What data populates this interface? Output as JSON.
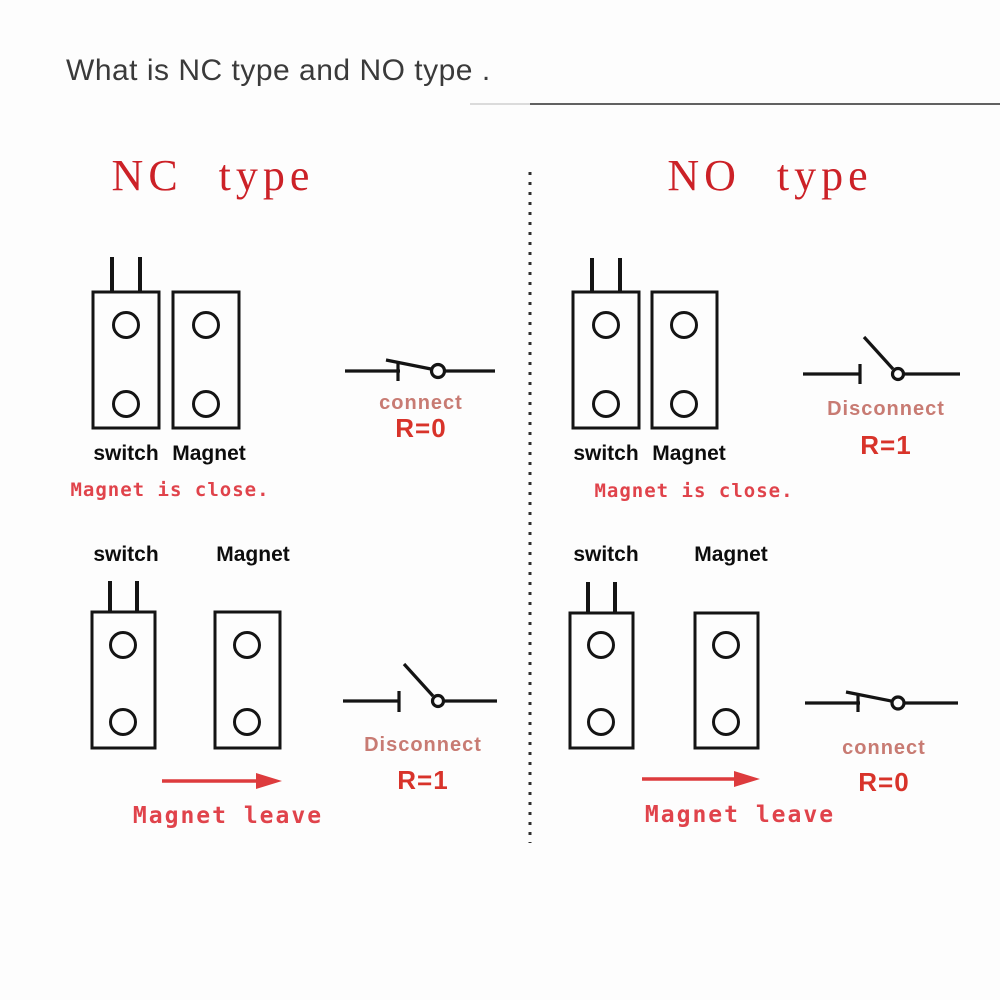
{
  "title": "What is NC type and NO type .",
  "nc": {
    "heading": "NC type",
    "close": {
      "switch_label": "switch",
      "magnet_label": "Magnet",
      "caption": "Magnet is close.",
      "state": "connect",
      "resistance": "R=0"
    },
    "leave": {
      "switch_label": "switch",
      "magnet_label": "Magnet",
      "caption": "Magnet leave",
      "state": "Disconnect",
      "resistance": "R=1"
    }
  },
  "no": {
    "heading": "NO type",
    "close": {
      "switch_label": "switch",
      "magnet_label": "Magnet",
      "caption": "Magnet is close.",
      "state": "Disconnect",
      "resistance": "R=1"
    },
    "leave": {
      "switch_label": "switch",
      "magnet_label": "Magnet",
      "caption": "Magnet leave",
      "state": "connect",
      "resistance": "R=0"
    }
  },
  "colors": {
    "heading_red": "#cc2127",
    "caption_red": "#e0434b",
    "state_salmon": "#c87b73",
    "resistance_red": "#d8332a",
    "arrow_red": "#dd3b3d",
    "linework_black": "#141414",
    "title_gray": "#3a3a3a"
  }
}
